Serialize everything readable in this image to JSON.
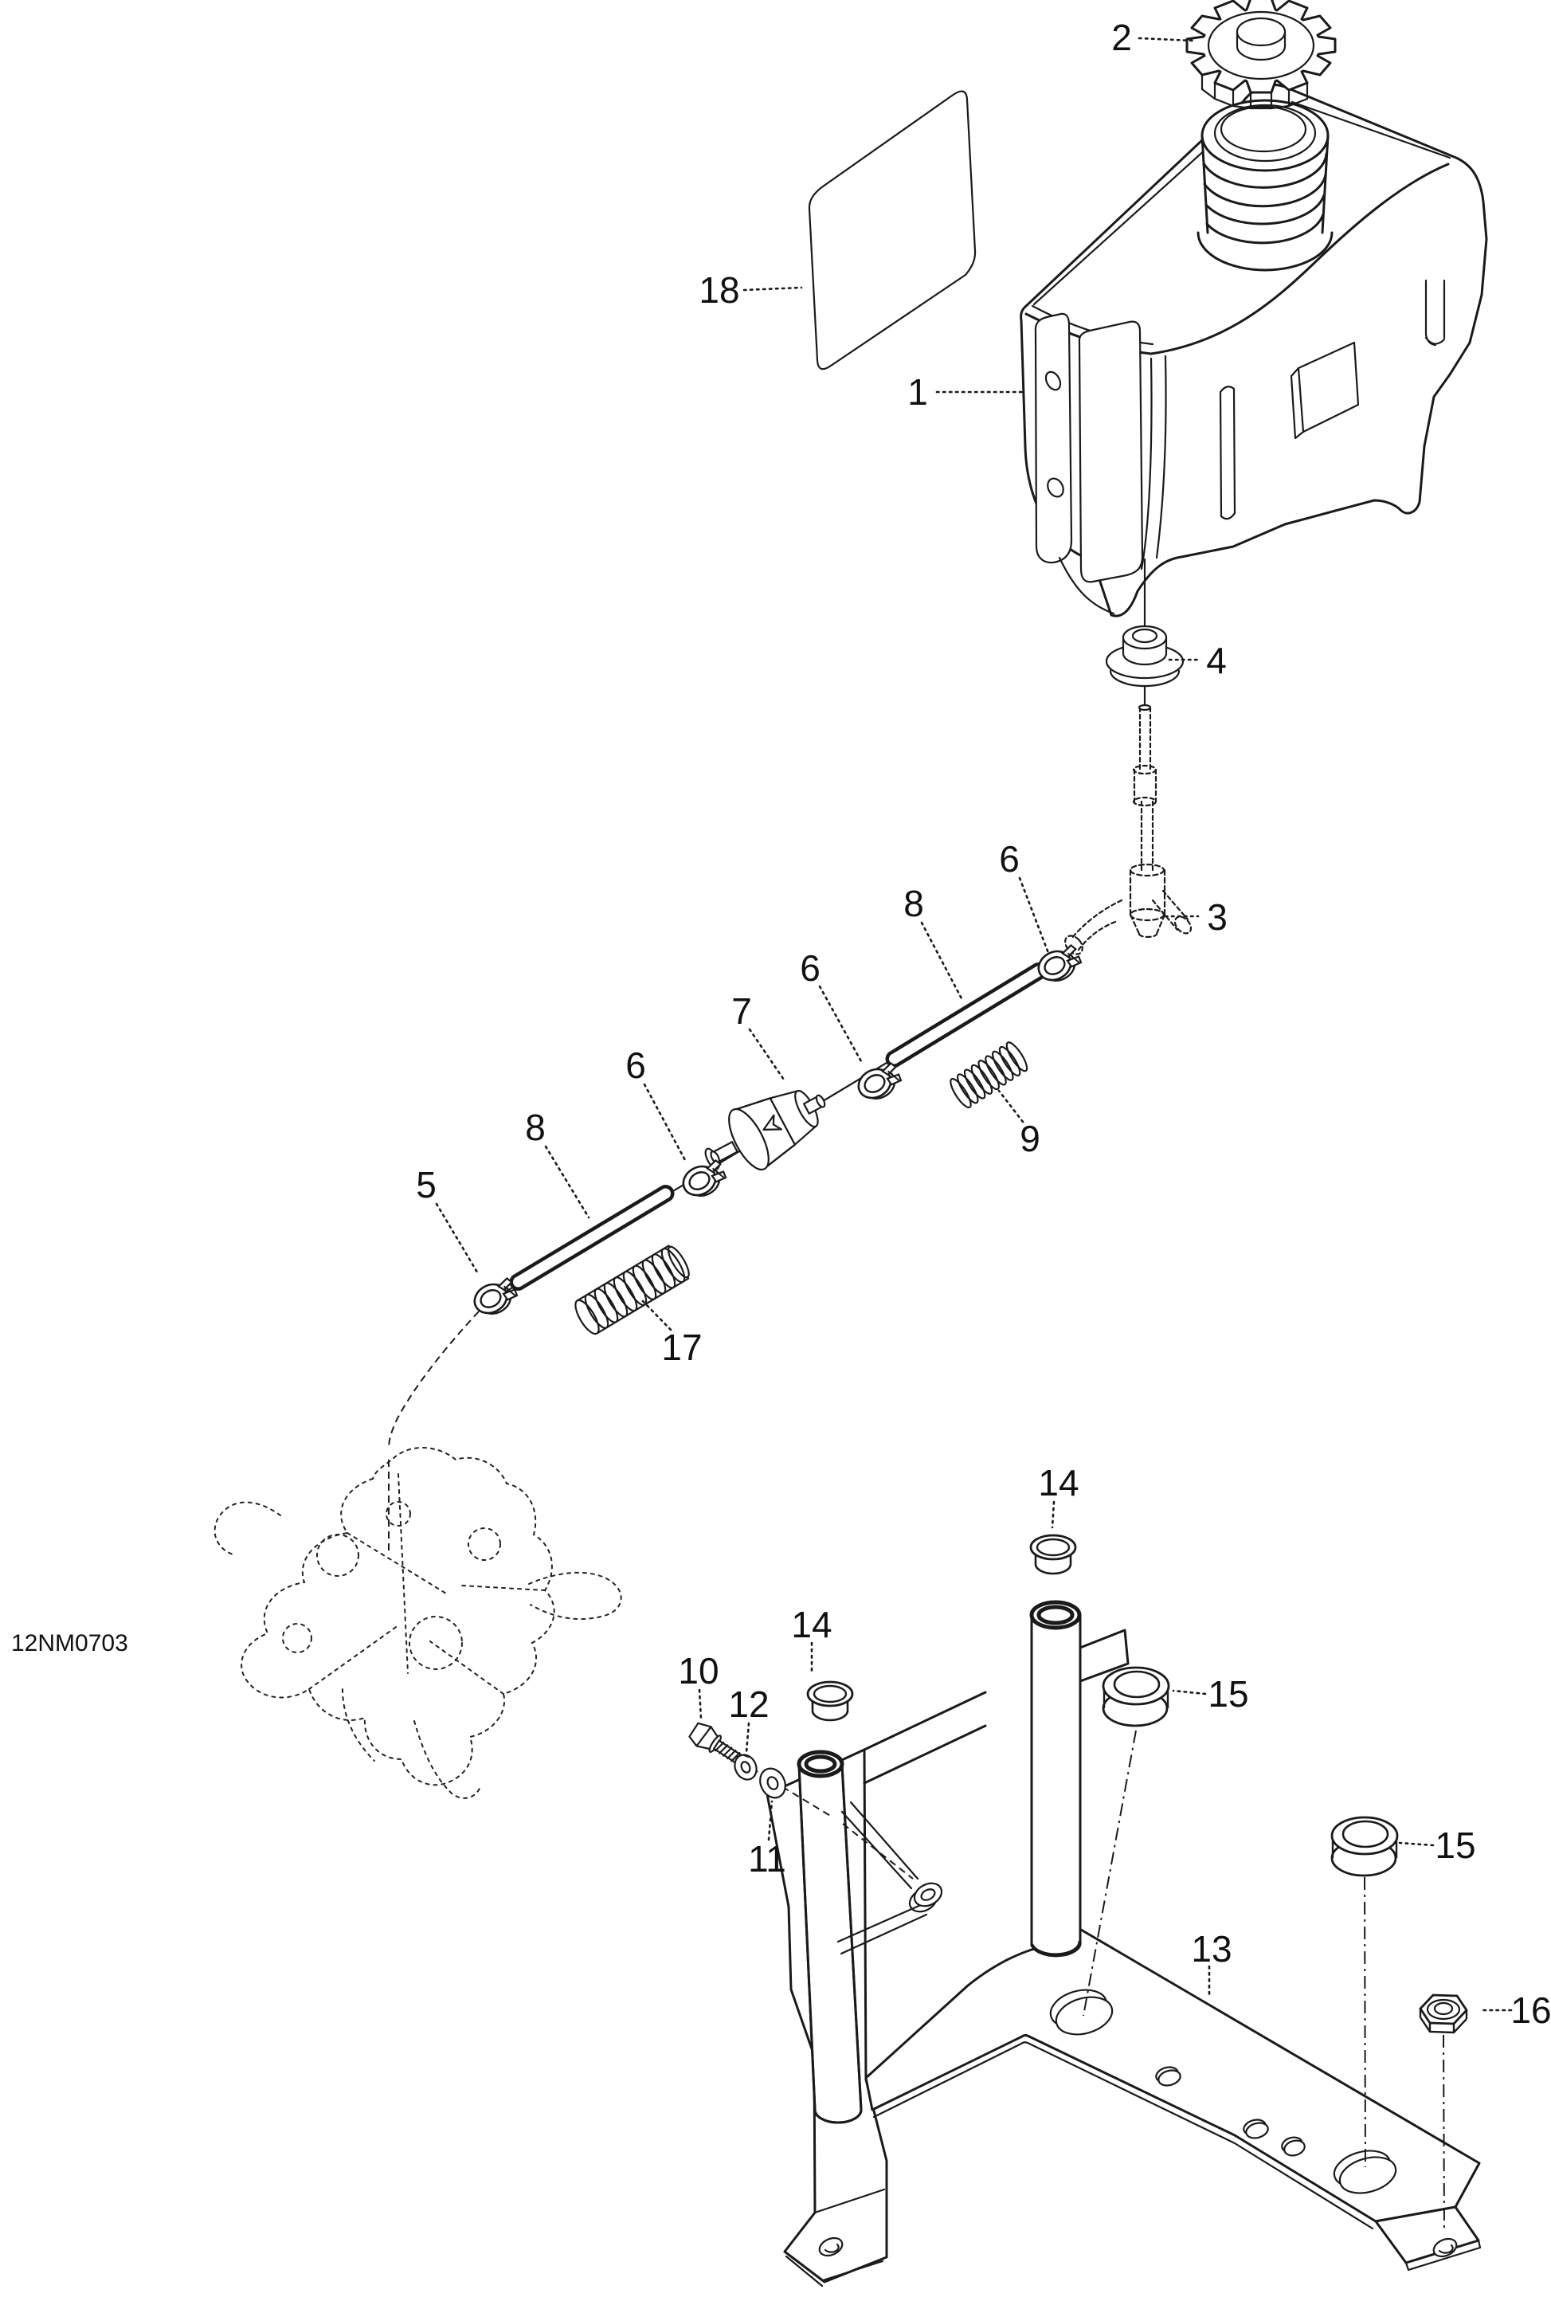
{
  "diagram": {
    "code": "12NM0703",
    "background_color": "#ffffff",
    "line_color": "#1a1a1a",
    "callouts": [
      {
        "text": "2"
      },
      {
        "text": "18"
      },
      {
        "text": "1"
      },
      {
        "text": "4"
      },
      {
        "text": "3"
      },
      {
        "text": "6"
      },
      {
        "text": "8"
      },
      {
        "text": "6"
      },
      {
        "text": "7"
      },
      {
        "text": "6"
      },
      {
        "text": "9"
      },
      {
        "text": "8"
      },
      {
        "text": "5"
      },
      {
        "text": "17"
      },
      {
        "text": "14"
      },
      {
        "text": "14"
      },
      {
        "text": "10"
      },
      {
        "text": "12"
      },
      {
        "text": "11"
      },
      {
        "text": "15"
      },
      {
        "text": "13"
      },
      {
        "text": "15"
      },
      {
        "text": "16"
      }
    ]
  }
}
